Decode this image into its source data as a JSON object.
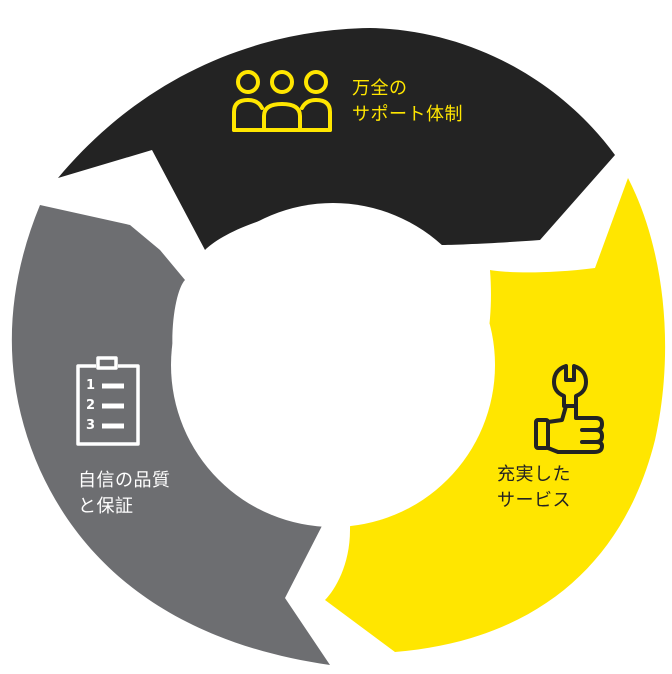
{
  "segments": [
    {
      "id": "support",
      "color": "#232323",
      "text_color": "#FFE600",
      "icon": "people-group-icon",
      "lines": [
        "万全の",
        "サポート体制"
      ]
    },
    {
      "id": "service",
      "color": "#FFE600",
      "text_color": "#232323",
      "icon": "thumbs-up-wrench-icon",
      "lines": [
        "充実した",
        "サービス"
      ]
    },
    {
      "id": "quality",
      "color": "#6D6E71",
      "text_color": "#FFFFFF",
      "icon": "checklist-clipboard-icon",
      "lines": [
        "自信の品質",
        "と保証"
      ],
      "checklist_numbers": [
        "1",
        "2",
        "3"
      ]
    }
  ]
}
